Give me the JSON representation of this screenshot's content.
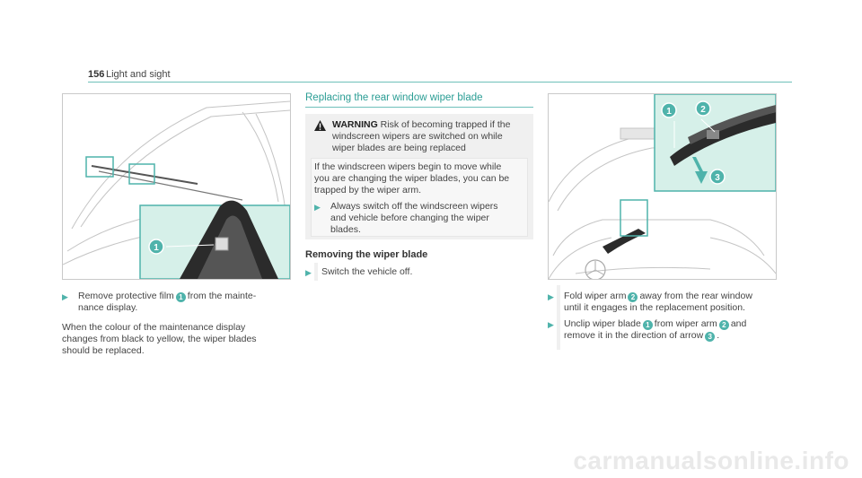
{
  "header": {
    "page_number": "156",
    "section": "Light and sight"
  },
  "left": {
    "figure_callout": "1",
    "step1": {
      "before": "Remove protective film",
      "callout": "1",
      "after": "from the mainte-",
      "line2": "nance display."
    },
    "paragraph": [
      "When the colour of the maintenance display",
      "changes from black to yellow, the wiper blades",
      "should be replaced."
    ]
  },
  "middle": {
    "section_title": "Replacing the rear window wiper blade",
    "warning": {
      "label": "WARNING",
      "lines": [
        "Risk of becoming trapped if the",
        "windscreen wipers are switched on while",
        "wiper blades are being replaced"
      ],
      "body": [
        "If the windscreen wipers begin to move while",
        "you are changing the wiper blades, you can be",
        "trapped by the wiper arm."
      ],
      "step": [
        "Always switch off the windscreen wipers",
        "and vehicle before changing the wiper",
        "blades."
      ]
    },
    "subhead": "Removing the wiper blade",
    "step": "Switch the vehicle off."
  },
  "right": {
    "figure_callouts": [
      "1",
      "2",
      "3"
    ],
    "step1": {
      "before": "Fold wiper arm",
      "callout": "2",
      "after": "away from the rear window",
      "line2": "until it engages in the replacement position."
    },
    "step2": {
      "before": "Unclip wiper blade",
      "callout1": "1",
      "middle": "from wiper arm",
      "callout2": "2",
      "after": "and",
      "line2_before": "remove it in the direction of arrow",
      "callout3": "3",
      "line2_after": "."
    }
  },
  "colors": {
    "accent": "#4fb3ab",
    "inset_bg": "#d6f0e9",
    "rule": "#6fc0ba"
  },
  "watermark": "carmanualsonline.info"
}
